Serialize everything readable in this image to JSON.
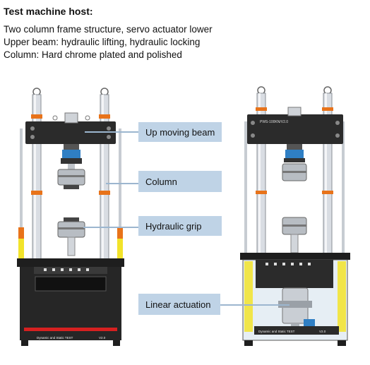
{
  "header": {
    "title": "Test machine host:",
    "lines": [
      "Two column frame structure, servo actuator lower",
      "Upper beam: hydraulic lifting, hydraulic locking",
      "Column: Hard chrome plated and polished"
    ]
  },
  "callouts": {
    "beam": "Up moving beam",
    "column": "Column",
    "grip": "Hydraulic grip",
    "actuation": "Linear actuation"
  },
  "machine_labels": {
    "left_base": "Dynamic and Static TEST",
    "left_model": "V2.0",
    "right_beam": "PWS-100KN/V2.0",
    "right_base": "Dynamic and Static TEST",
    "right_model": "V2.0"
  },
  "colors": {
    "frame_dark": "#2b2b2b",
    "column": "#d9dde3",
    "grip_blue": "#2f7fc4",
    "orange_marker": "#e8731a",
    "yellow_guard": "#f2e32a",
    "red_stripe": "#d62020",
    "callout_bg": "#bfd3e6"
  }
}
